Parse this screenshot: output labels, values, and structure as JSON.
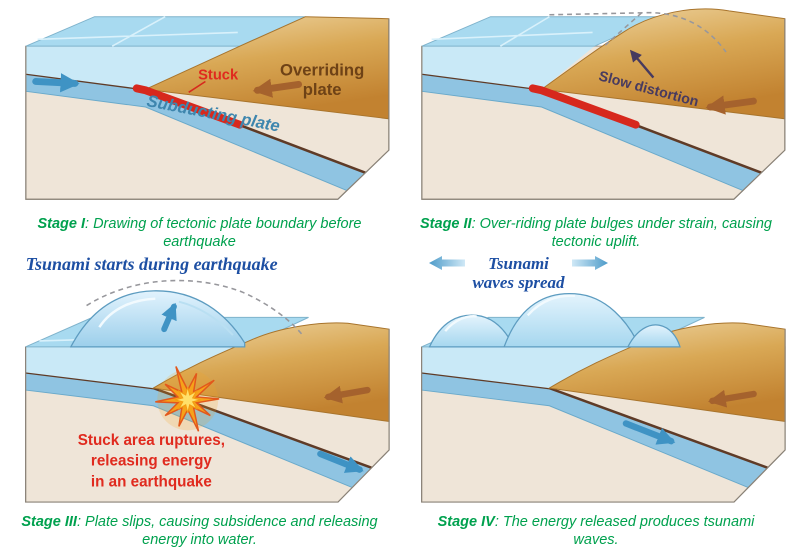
{
  "figure": {
    "stage1": {
      "caption_label": "Stage I",
      "caption_text": ": Drawing of tectonic plate boundary before earthquake",
      "labels": {
        "stuck": "Stuck",
        "overriding_line1": "Overriding",
        "overriding_line2": "plate",
        "subducting": "Subducting plate"
      }
    },
    "stage2": {
      "caption_label": "Stage II",
      "caption_text": ": Over-riding plate bulges under strain, causing tectonic uplift.",
      "labels": {
        "slow_distortion": "Slow distortion"
      }
    },
    "stage3": {
      "title": "Tsunami starts during earthquake",
      "caption_label": "Stage III",
      "caption_text": ": Plate slips, causing subsidence and releasing energy into water.",
      "labels": {
        "rupture_line1": "Stuck area ruptures,",
        "rupture_line2": "releasing energy",
        "rupture_line3": "in an earthquake"
      }
    },
    "stage4": {
      "title_line1": "Tsunami",
      "title_line2": "waves spread",
      "caption_label": "Stage IV",
      "caption_text": ": The energy released produces tsunami waves."
    }
  },
  "colors": {
    "caption_green": "#00a14e",
    "title_blue": "#1d4fa3",
    "stuck_red": "#d7281d",
    "land_tan": "#d9a855",
    "ocean_surface_blue": "#a8daf0",
    "slab_blue": "#8fc4e2",
    "mantle_cream": "#efe5d8",
    "rupture_orange": "#f6a21a"
  }
}
